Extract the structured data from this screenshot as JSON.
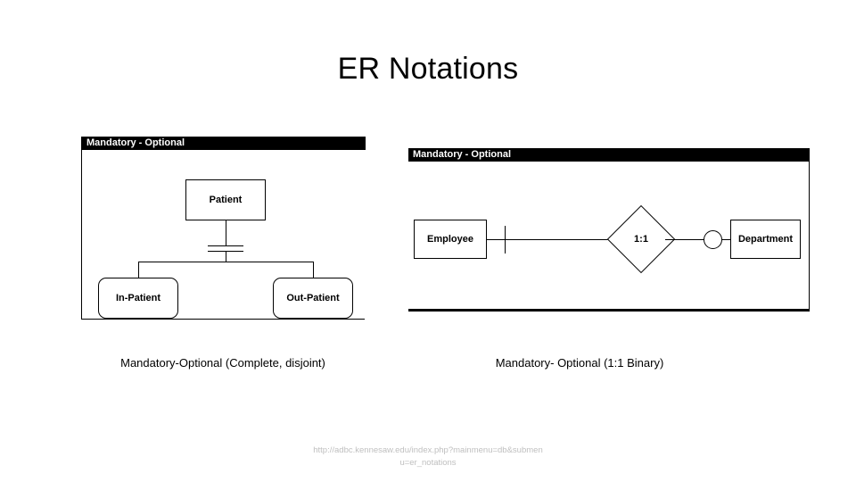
{
  "slide": {
    "title": "ER Notations",
    "background_color": "#ffffff",
    "footer_url_line1": "http://adbc.kennesaw.edu/index.php?mainmenu=db&submen",
    "footer_url_line2": "u=er_notations",
    "footer_color": "#bfbfbf"
  },
  "figures": [
    {
      "id": "complete-disjoint",
      "title_bar": "Mandatory - Optional",
      "caption": "Mandatory-Optional (Complete, disjoint)",
      "notation": "specialization",
      "entities": [
        {
          "name": "supertype",
          "label": "Patient",
          "shape": "rectangle"
        },
        {
          "name": "subtype-left",
          "label": "In-Patient",
          "shape": "rounded-rectangle"
        },
        {
          "name": "subtype-right",
          "label": "Out-Patient",
          "shape": "rounded-rectangle"
        }
      ],
      "connector": {
        "type": "double-line",
        "meaning": "complete (total) specialization, disjoint"
      }
    },
    {
      "id": "one-to-one-binary",
      "title_bar": "Mandatory - Optional",
      "caption": "Mandatory- Optional (1:1 Binary)",
      "notation": "binary-relationship",
      "entities": [
        {
          "name": "entity-left",
          "label": "Employee",
          "shape": "rectangle"
        },
        {
          "name": "entity-right",
          "label": "Department",
          "shape": "rectangle"
        }
      ],
      "relationship": {
        "label": "1:1",
        "shape": "diamond"
      },
      "participation": [
        {
          "side": "left",
          "symbol": "tick",
          "meaning": "mandatory"
        },
        {
          "side": "right",
          "symbol": "circle",
          "meaning": "optional"
        }
      ]
    }
  ]
}
